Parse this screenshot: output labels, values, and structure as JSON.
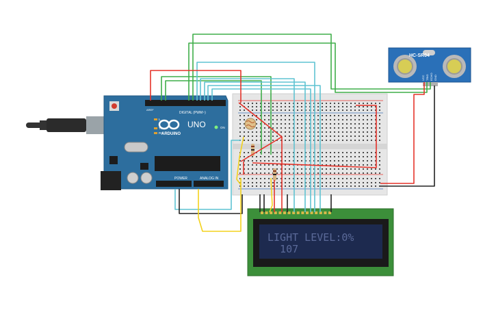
{
  "arduino": {
    "brand": "UNO",
    "logo_text": "ARDUINO",
    "digital_header": "DIGITAL (PWM~)",
    "power_label": "POWER",
    "analog_label": "ANALOG IN",
    "on_label": "ON",
    "tx_label": "TX",
    "rx_label": "RX",
    "l_label": "L",
    "aref_label": "AREF",
    "board_color": "#2d6e9e"
  },
  "sensor": {
    "model": "HC-SR04",
    "pin_labels": [
      "VCC",
      "TRIG",
      "ECHO",
      "GND"
    ]
  },
  "lcd": {
    "line1": "LIGHT LEVEL:0%",
    "line2": "  107",
    "screen_color": "#1d2a4f",
    "text_color": "#5b6a99",
    "pcb_color": "#3c8f3a"
  },
  "wire_colors": {
    "red": "#e5332a",
    "green": "#3fae49",
    "cyan": "#5fc3d2",
    "black": "#222222",
    "yellow": "#f3d21c"
  }
}
